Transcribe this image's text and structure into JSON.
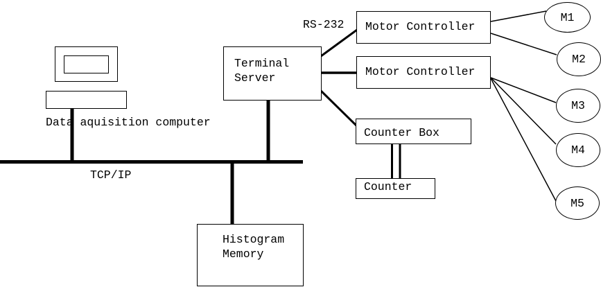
{
  "diagram": {
    "nodes": {
      "data_acquisition_computer": {
        "label": "Data aquisition computer",
        "icon": "desktop-computer-icon"
      },
      "terminal_server": {
        "line1": "Terminal",
        "line2": "Server"
      },
      "motor_controller_1": {
        "label": "Motor Controller"
      },
      "motor_controller_2": {
        "label": "Motor Controller"
      },
      "counter_box": {
        "label": "Counter Box"
      },
      "counter": {
        "label": "Counter"
      },
      "histogram_memory": {
        "line1": "Histogram",
        "line2": "Memory"
      },
      "motors": [
        {
          "label": "M1"
        },
        {
          "label": "M2"
        },
        {
          "label": "M3"
        },
        {
          "label": "M4"
        },
        {
          "label": "M5"
        }
      ]
    },
    "edge_labels": {
      "rs232": "RS-232",
      "tcpip": "TCP/IP"
    },
    "colors": {
      "ink": "#000000",
      "background": "#ffffff"
    }
  }
}
